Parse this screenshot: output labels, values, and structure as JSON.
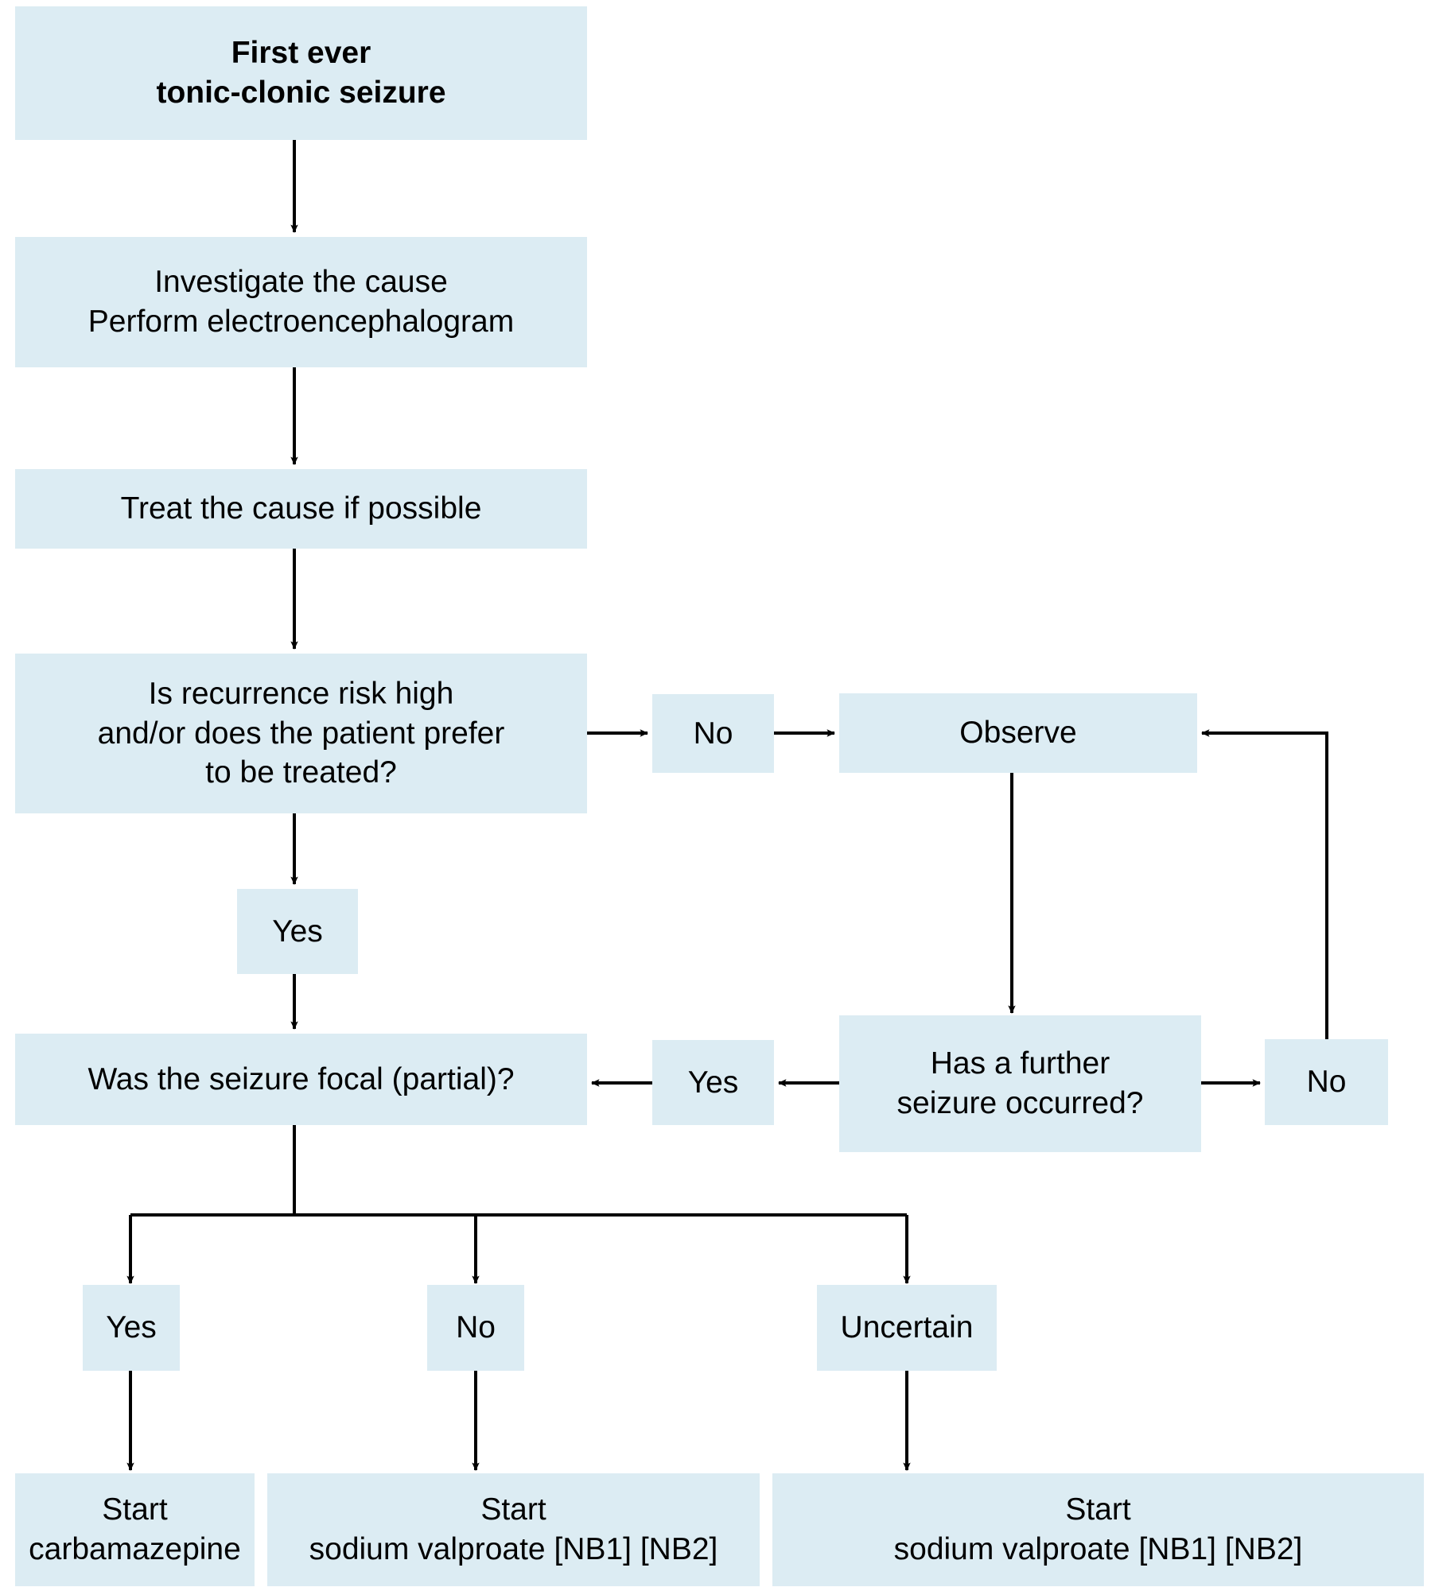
{
  "diagram": {
    "title": "First ever tonic-clonic seizure management flowchart",
    "accent_color": "#dcecf3",
    "line_color": "#000000",
    "text_color": "#000000",
    "background": "#ffffff"
  },
  "nodes": {
    "first_seizure": "First ever\ntonic-clonic seizure",
    "investigate": "Investigate the cause\nPerform electroencephalogram",
    "treat_cause": "Treat the cause if possible",
    "recurrence_question": "Is recurrence risk high\nand/or does the patient prefer\nto be treated?",
    "recurrence_no": "No",
    "observe": "Observe",
    "recurrence_yes": "Yes",
    "further_seizure_question": "Has a further\nseizure occurred?",
    "further_seizure_yes": "Yes",
    "further_seizure_no": "No",
    "focal_question": "Was the seizure focal (partial)?",
    "focal_yes": "Yes",
    "focal_no": "No",
    "focal_uncertain": "Uncertain",
    "start_carbamazepine": "Start\ncarbamazepine",
    "start_valproate_no": "Start\nsodium valproate [NB1] [NB2]",
    "start_valproate_uncertain": "Start\nsodium valproate [NB1] [NB2]"
  }
}
